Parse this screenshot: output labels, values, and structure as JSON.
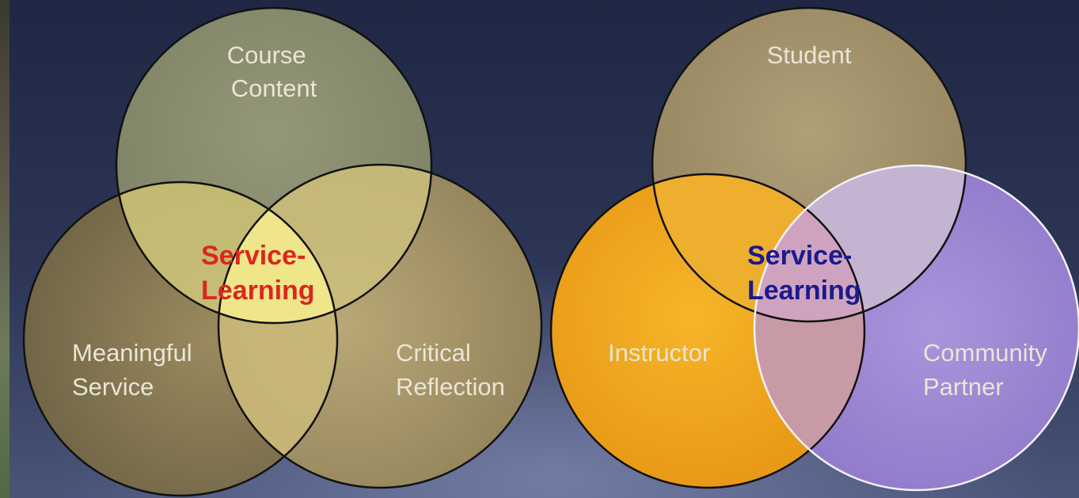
{
  "left_diagram": {
    "circles": [
      {
        "id": "course-content",
        "lines": [
          "Course",
          "Content"
        ]
      },
      {
        "id": "meaningful-service",
        "lines": [
          "Meaningful",
          "Service"
        ]
      },
      {
        "id": "critical-reflection",
        "lines": [
          "Critical",
          "Reflection"
        ]
      }
    ],
    "center": {
      "lines": [
        "Service-",
        "Learning"
      ],
      "color": "#d9281e"
    }
  },
  "right_diagram": {
    "circles": [
      {
        "id": "student",
        "lines": [
          "Student"
        ]
      },
      {
        "id": "instructor",
        "lines": [
          "Instructor"
        ]
      },
      {
        "id": "community-partner",
        "lines": [
          "Community",
          "Partner"
        ]
      }
    ],
    "center": {
      "lines": [
        "Service-",
        "Learning"
      ],
      "color": "#1a1a8c"
    }
  },
  "colors": {
    "label": "#e9e6d6",
    "olive": "#8a8a6a",
    "tan": "#a39468",
    "orange": "#f0a21c",
    "lavender": "#9b86d2",
    "highlight": "#efe58a"
  }
}
